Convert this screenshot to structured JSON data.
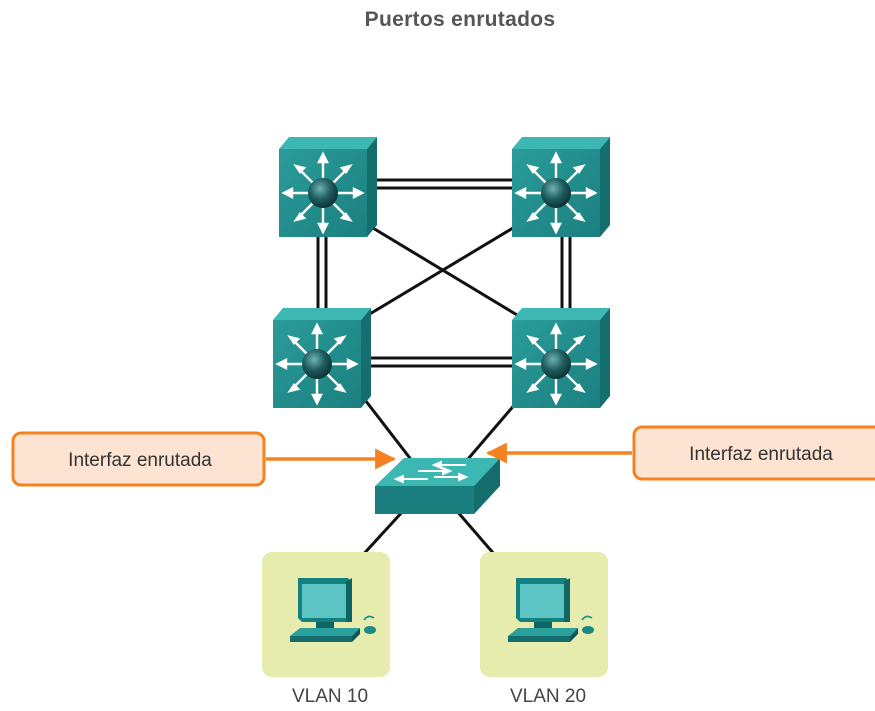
{
  "title": "Puertos enrutados",
  "callouts": {
    "left": "Interfaz enrutada",
    "right": "Interfaz enrutada"
  },
  "vlans": {
    "left": "VLAN 10",
    "right": "VLAN 20"
  },
  "colors": {
    "device_teal": "#1e8a8a",
    "device_top": "#36b3ae",
    "device_side": "#12706f",
    "callout_fill": "#fde3d2",
    "callout_border": "#f58220",
    "arrow": "#f58220",
    "pc_background": "#e6ecad",
    "link": "#1a1a1a"
  },
  "icons": {
    "multilayer_switch": "multilayer-switch-icon",
    "access_switch": "switch-icon",
    "pc": "pc-icon"
  }
}
